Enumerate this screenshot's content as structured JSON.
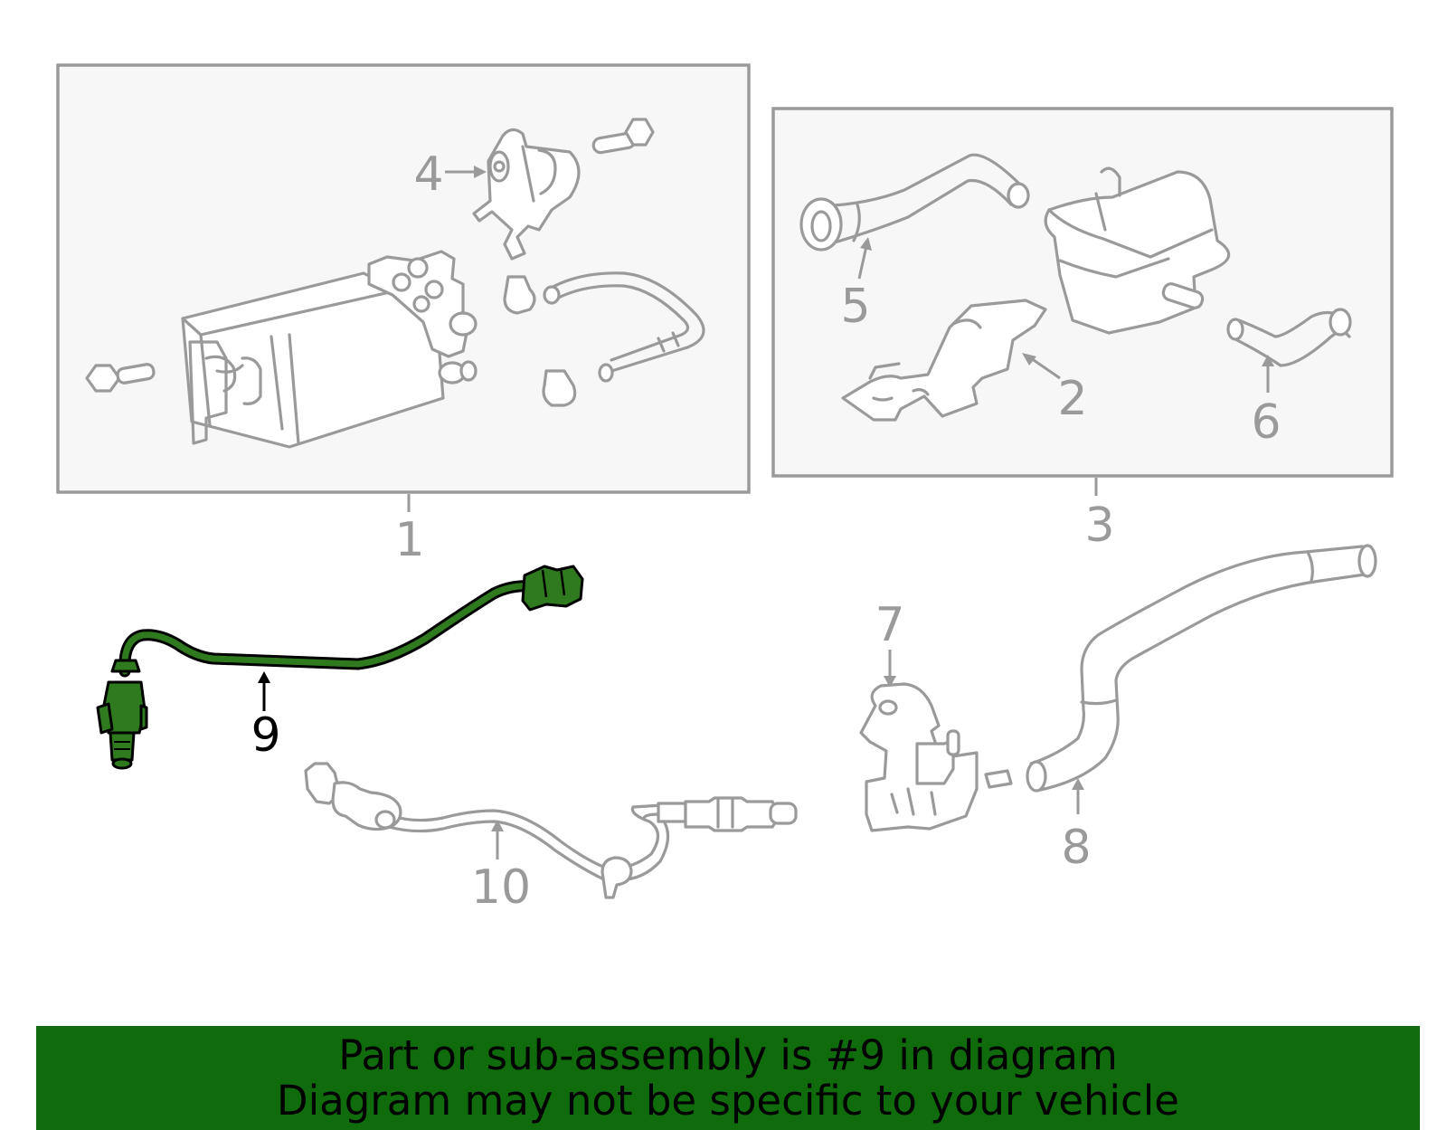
{
  "callouts": {
    "c1": "1",
    "c2": "2",
    "c3": "3",
    "c4": "4",
    "c5": "5",
    "c6": "6",
    "c7": "7",
    "c8": "8",
    "c9": "9",
    "c10": "10"
  },
  "banner": {
    "line1": "Part or sub-assembly is #9 in diagram",
    "line2": "Diagram may not be specific to your vehicle"
  },
  "highlight": {
    "part_number": "9",
    "color": "#2f7a1f",
    "banner_color": "#106b0c"
  },
  "icons": {
    "charcoal_canister": "charcoal-canister-icon",
    "purge_valve": "purge-valve-icon",
    "oxygen_sensor": "oxygen-sensor-icon",
    "vacuum_hose": "vacuum-hose-icon",
    "vsv_valve": "vsv-valve-icon",
    "filter_bracket": "bracket-icon"
  }
}
